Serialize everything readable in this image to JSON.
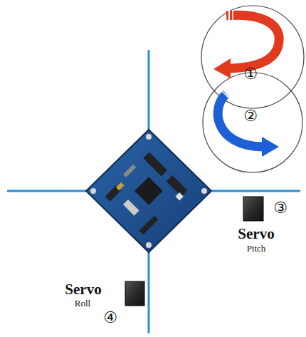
{
  "diagram": {
    "labels": [
      "①",
      "②",
      "③",
      "Servo",
      "Pitch",
      "Servo",
      "Roll",
      "④"
    ]
  }
}
